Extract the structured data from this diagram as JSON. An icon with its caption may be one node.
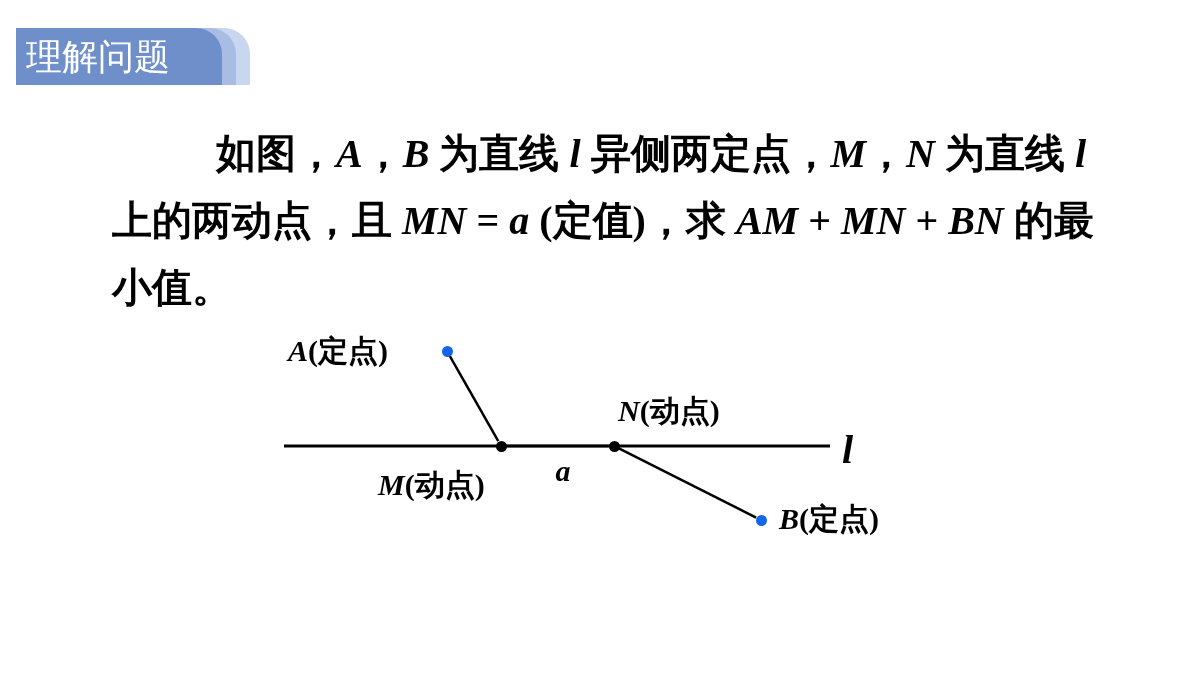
{
  "diagram": {
    "title": "理解问题",
    "nodes": [
      {
        "text": [
          "*A*(定点)"
        ]
      },
      {
        "text": [
          "*M*(动点)"
        ]
      },
      {
        "text": [
          "*N*(动点)"
        ]
      },
      {
        "text": [
          "*B*(定点)"
        ]
      }
    ],
    "edges": [
      {
        "from": 0,
        "to": 1,
        "arrow": "none"
      },
      {
        "from": 1,
        "to": 2,
        "arrow": "none",
        "label": "*a*"
      },
      {
        "from": 2,
        "to": 3,
        "arrow": "none"
      }
    ],
    "labels": [
      "如图，*A*，*B* 为直线 *l* 异侧两定点，*M*，*N* 为直线 *l* 上的两动点，且 *MN* = *a* (定值)，求 *AM* + *MN* + *BN* 的最小值。",
      "*l*"
    ]
  }
}
